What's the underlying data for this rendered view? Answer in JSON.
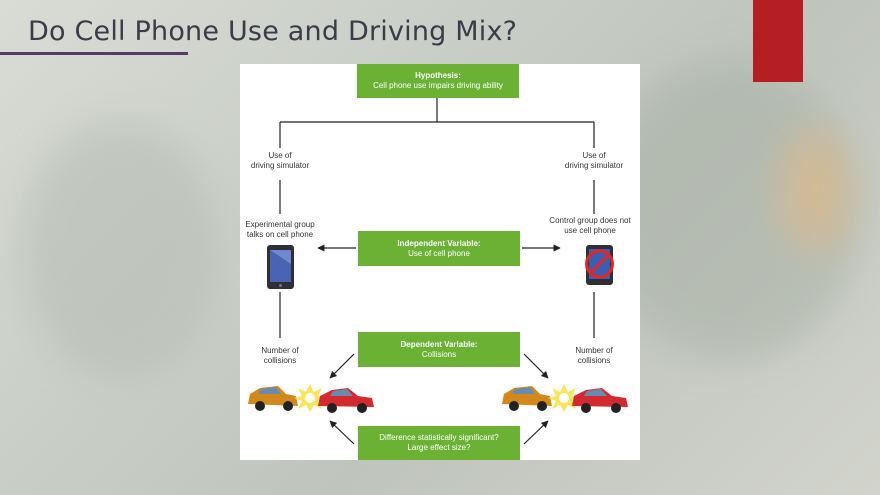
{
  "slide": {
    "title": "Do Cell Phone Use and Driving Mix?",
    "accent_color": "#b51f23",
    "rule_color": "#5a3a68"
  },
  "diagram": {
    "box_color": "#6ab134",
    "hypothesis": {
      "heading": "Hypothesis:",
      "text": "Cell phone use impairs driving ability"
    },
    "independent": {
      "heading": "Independent Variable:",
      "text": "Use of cell phone"
    },
    "dependent": {
      "heading": "Dependent Variable:",
      "text": "Collisions"
    },
    "question": {
      "line1": "Difference statistically significant?",
      "line2": "Large effect size?"
    },
    "left": {
      "simulator": [
        "Use of",
        "driving simulator"
      ],
      "group": [
        "Experimental group",
        "talks on cell phone"
      ],
      "measure": [
        "Number of",
        "collisions"
      ]
    },
    "right": {
      "simulator": [
        "Use of",
        "driving simulator"
      ],
      "group": [
        "Control group does not",
        "use cell phone"
      ],
      "measure": [
        "Number of",
        "collisions"
      ]
    }
  }
}
